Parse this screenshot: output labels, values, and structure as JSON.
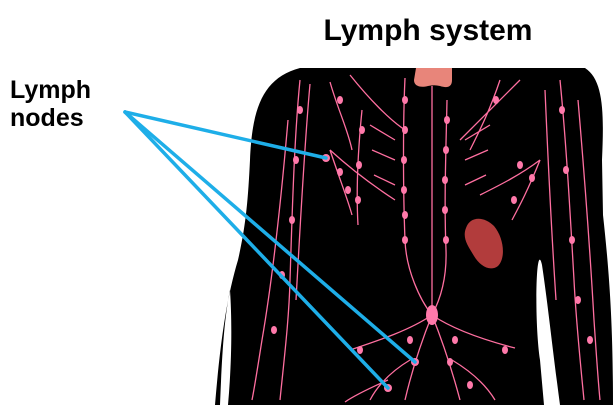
{
  "title": "Lymph system",
  "label": {
    "line1": "Lymph",
    "line2": "nodes"
  },
  "colors": {
    "background": "#ffffff",
    "body": "#000000",
    "vessel": "#ff6fa0",
    "node": "#ff79aa",
    "thymus": "#e8857a",
    "spleen": "#b23c3c",
    "pointer": "#1eaee8"
  },
  "icons": [
    "human-torso-silhouette",
    "thymus-organ",
    "spleen-organ",
    "lymph-node",
    "lymph-vessel"
  ]
}
